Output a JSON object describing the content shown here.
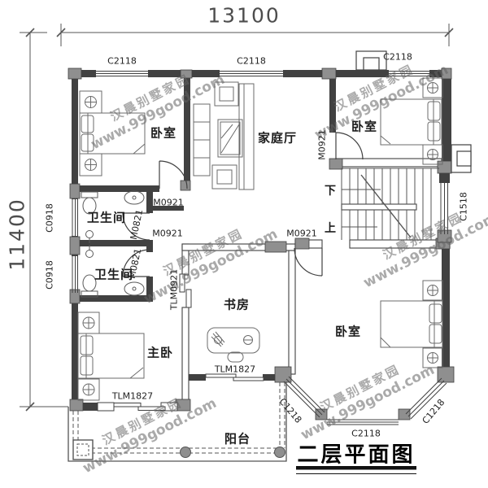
{
  "drawing": {
    "title": "二层平面图",
    "dim_top": "13100",
    "dim_left": "11400",
    "stair_down": "下",
    "stair_up": "上"
  },
  "rooms": {
    "bedroom_tl": "卧室",
    "family_hall": "家庭厅",
    "bedroom_tr": "卧室",
    "bath_upper": "卫生间",
    "bath_lower": "卫生间",
    "study": "书房",
    "master": "主卧",
    "bedroom_br": "卧室",
    "balcony": "阳台"
  },
  "openings": {
    "c2118": "C2118",
    "c0918": "C0918",
    "c1518": "C1518",
    "c1218": "C1218",
    "m0921": "M0921",
    "m0821": "M0821",
    "tlm0921": "TLM0921",
    "tlm1827": "TLM1827"
  },
  "watermark": {
    "line1": "汉晨别墅家园",
    "line2": "www.999good.com"
  }
}
